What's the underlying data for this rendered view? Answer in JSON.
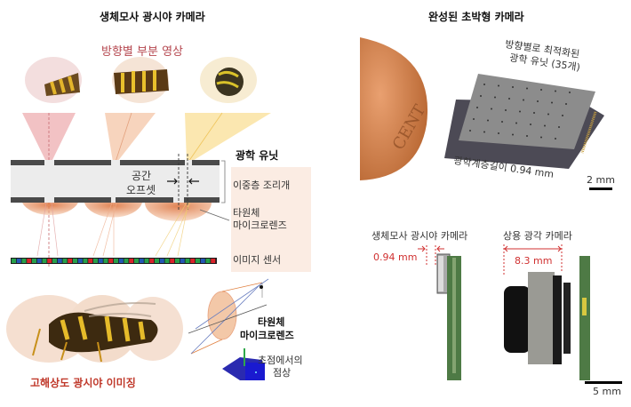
{
  "left_panel": {
    "title": "생체모사 광시야 카메라",
    "partial_images_label": "방향별 부분 영상",
    "optical_unit_label": "광학 유닛",
    "spatial_offset_label": [
      "공간",
      "오프셋"
    ],
    "legend": {
      "aperture": "이중층 조리개",
      "microlens": [
        "타원체",
        "마이크로렌즈"
      ],
      "sensor": "이미지 센서"
    },
    "wide_fov_label": "고해상도 광시야 이미징",
    "ellipsoid_label": [
      "타원체",
      "마이크로렌즈"
    ],
    "focal_spot_label": [
      "초점에서의",
      "점상"
    ]
  },
  "right_panel": {
    "title": "완성된 초박형 카메라",
    "units_label": [
      "방향별로 최적화된",
      "광학 유닛 (35개)"
    ],
    "thickness_label": "광학계층길이 0.94 mm",
    "coin_text": "CENT",
    "scale_top": "2 mm",
    "compare_bio_label": "생체모사 광시야 카메라",
    "compare_commercial_label": "상용 광각 카메라",
    "bio_thickness": "0.94 mm",
    "commercial_thickness": "8.3 mm",
    "scale_bottom": "5 mm"
  },
  "colors": {
    "red_cone": "#e8a3a3",
    "orange_cone": "#f3c6a8",
    "yellow_cone": "#f7dd90",
    "aperture": "#4a4a4a",
    "lens": "#e9a77e",
    "legend_bg": "#fbece3",
    "accent_red": "#c0392b",
    "sensor_red": "#d9232a",
    "sensor_green": "#26a04a",
    "sensor_blue": "#2457b5"
  }
}
